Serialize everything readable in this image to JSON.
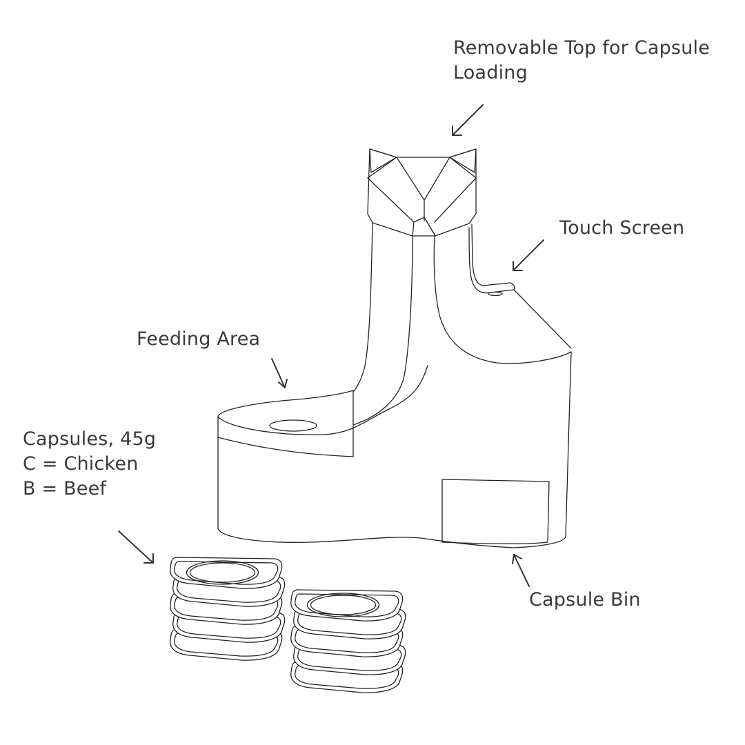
{
  "labels": {
    "removable_top": [
      "Removable Top for Capsule",
      "Loading"
    ],
    "touch_screen": "Touch Screen",
    "feeding_area": "Feeding Area",
    "capsules": [
      "Capsules, 45g",
      "C = Chicken",
      "B = Beef"
    ],
    "capsule_bin": "Capsule Bin"
  },
  "colors": {
    "ink": "#222222",
    "text": "#3a3a3a",
    "background": "#ffffff"
  },
  "capsule_stacks": [
    {
      "count": 5
    },
    {
      "count": 5
    }
  ]
}
